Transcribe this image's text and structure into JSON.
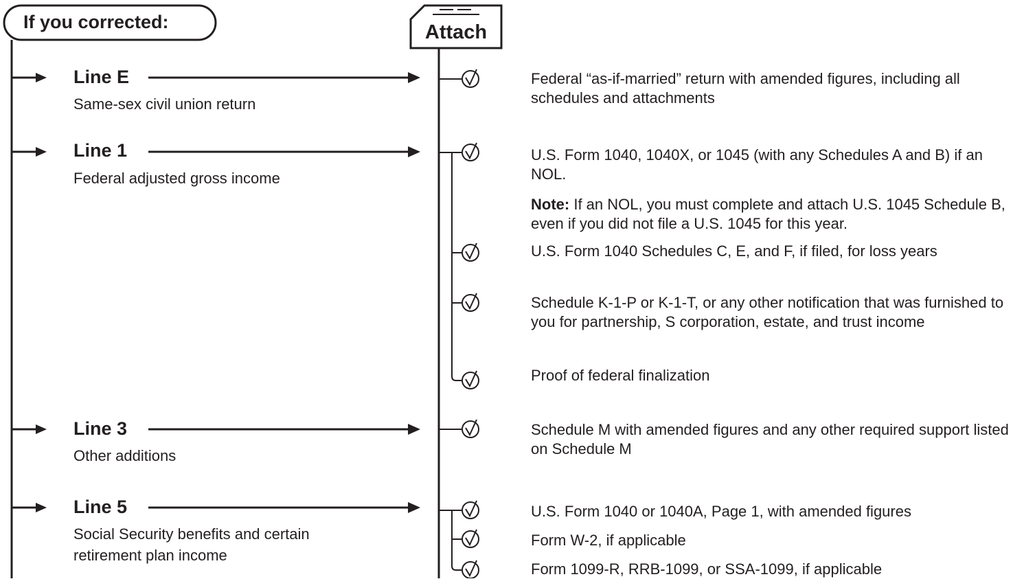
{
  "header": {
    "title": "If you corrected:"
  },
  "attach_box": {
    "label": "Attach"
  },
  "lines": [
    {
      "title": "Line E",
      "description": [
        "Same-sex civil union return"
      ]
    },
    {
      "title": "Line 1",
      "description": [
        "Federal adjusted gross income"
      ]
    },
    {
      "title": "Line 3",
      "description": [
        "Other additions"
      ]
    },
    {
      "title": "Line 5",
      "description": [
        "Social Security benefits and certain",
        "retirement plan income"
      ]
    }
  ],
  "attachments": {
    "line_e": [
      "Federal “as-if-married” return with amended figures, including all schedules and attachments"
    ],
    "line_1": [
      "U.S. Form 1040, 1040X, or 1045 (with any Schedules A and B) if an NOL.",
      "U.S. Form 1040 Schedules C, E, and F, if filed, for loss years",
      "Schedule K-1-P or K-1-T, or any other notification that was furnished to you for partnership, S corporation, estate, and trust income",
      "Proof of federal finalization"
    ],
    "line_1_note": {
      "label": "Note:",
      "text": " If an NOL, you must complete and attach U.S. 1045 Schedule B, even if you did not file a U.S. 1045 for this year."
    },
    "line_3": [
      "Schedule M with amended figures and any other required support listed on Schedule M"
    ],
    "line_5": [
      "U.S. Form 1040 or 1040A, Page 1, with amended figures",
      "Form W-2, if applicable",
      "Form 1099-R, RRB-1099, or SSA-1099, if applicable"
    ]
  }
}
